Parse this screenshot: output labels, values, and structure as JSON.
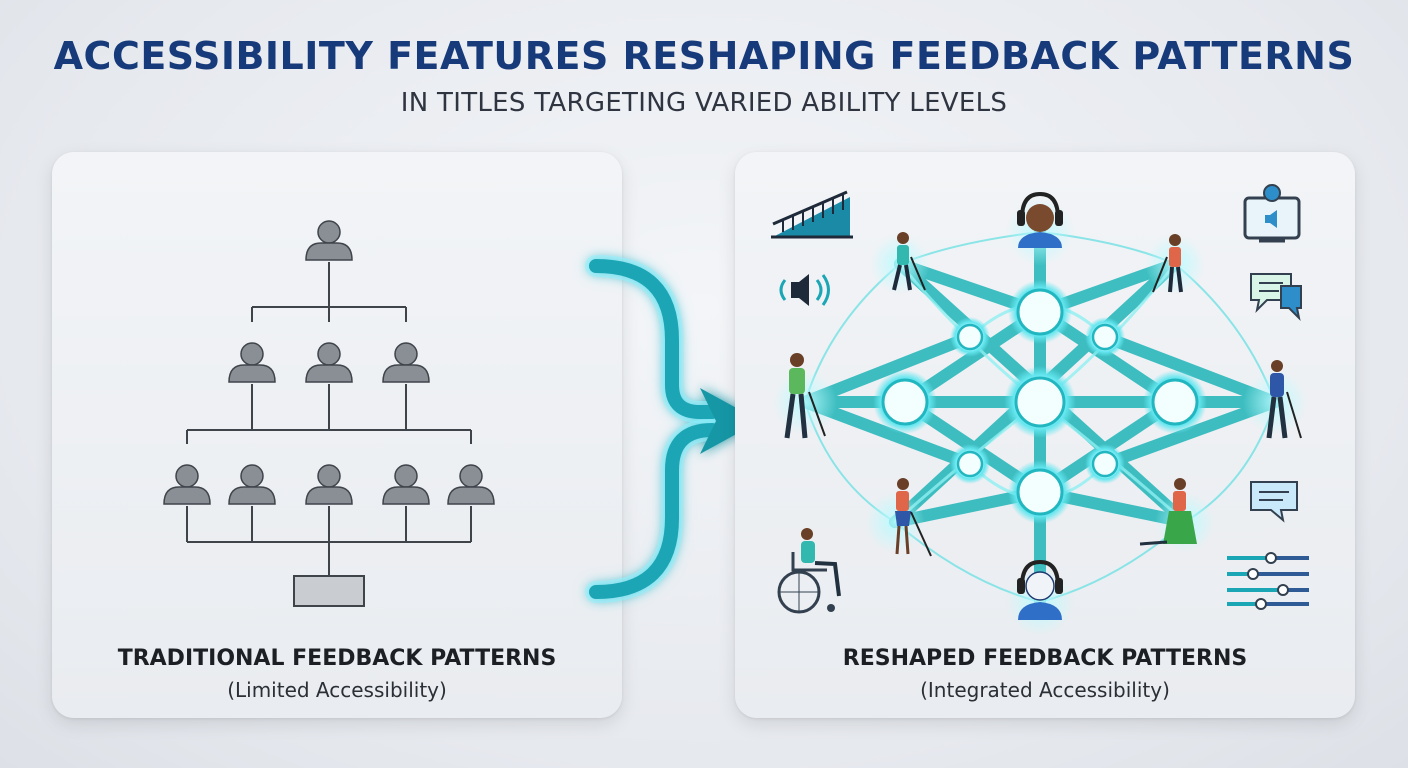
{
  "title": "ACCESSIBILITY FEATURES RESHAPING FEEDBACK PATTERNS",
  "subtitle": "IN TITLES TARGETING VARIED ABILITY LEVELS",
  "left_panel": {
    "heading": "TRADITIONAL FEEDBACK PATTERNS",
    "caption": "(Limited Accessibility)",
    "hierarchy_levels": [
      1,
      3,
      5
    ],
    "output_block": "rectangle"
  },
  "right_panel": {
    "heading": "RESHAPED FEEDBACK PATTERNS",
    "caption": "(Integrated Accessibility)",
    "network_style": "interconnected mesh of glowing teal nodes",
    "people": [
      "person-with-headphones-top",
      "person-with-cane-upper-left",
      "person-with-cane-upper-right",
      "person-with-walking-stick-left",
      "person-with-walking-stick-right",
      "person-with-cane-lower-left",
      "person-seated-lower-right",
      "person-with-headphones-bottom"
    ],
    "side_icons": [
      "ramp-icon",
      "speaker-sound-icon",
      "wheelchair-user-icon",
      "screen-speaker-icon",
      "chat-bubbles-icon",
      "message-icon",
      "settings-sliders-icon"
    ]
  },
  "arrow": "curved-transition-arrow",
  "colors": {
    "title": "#173a7a",
    "teal": "#1fb5b8",
    "glow": "#5ff0ff",
    "gray_person": "#8a8f96"
  }
}
